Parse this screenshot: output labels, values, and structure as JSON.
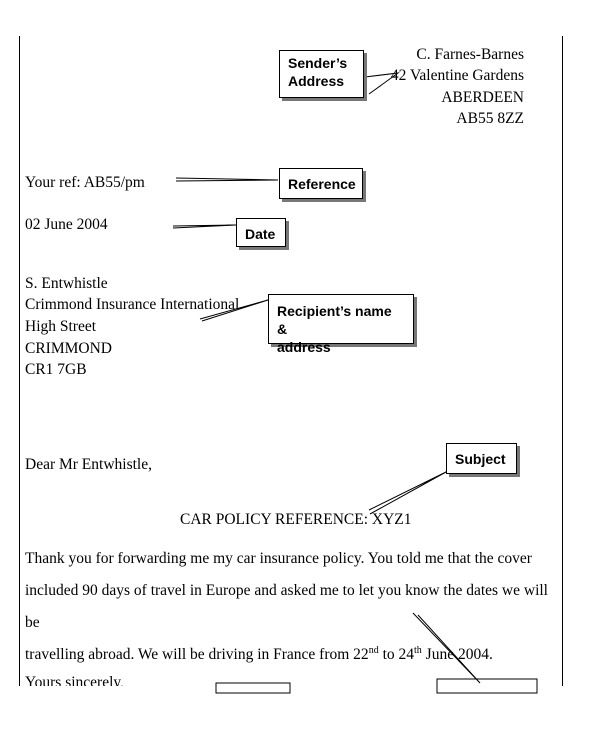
{
  "sender": {
    "name": "C. Farnes-Barnes",
    "street": "42 Valentine Gardens",
    "city": "ABERDEEN",
    "postcode": "AB55 8ZZ"
  },
  "reference": "Your ref: AB55/pm",
  "date": "02 June 2004",
  "recipient": {
    "name": "S. Entwhistle",
    "company": "Crimmond Insurance International",
    "street": "High Street",
    "town": "CRIMMOND",
    "postcode": "CR1 7GB"
  },
  "salutation": "Dear Mr Entwhistle,",
  "subject": "CAR POLICY REFERENCE: XYZ1",
  "body": {
    "line1": "Thank you for forwarding me my car insurance policy. You told me that the cover",
    "line2": "included 90 days of travel in Europe and asked me to let you know the dates we will be",
    "line3_start": "travelling abroad.  We will be driving in France from 22",
    "sup1": "nd",
    "to": " to 24",
    "sup2": "th",
    "line3_end": " June 2004."
  },
  "closing_partial": "Yours sincerely,",
  "callouts": {
    "sender_address": [
      "Sender’s",
      "Address"
    ],
    "reference": "Reference",
    "date": "Date",
    "recipient": [
      "Recipient’s name &",
      "address"
    ],
    "subject": "Subject"
  }
}
